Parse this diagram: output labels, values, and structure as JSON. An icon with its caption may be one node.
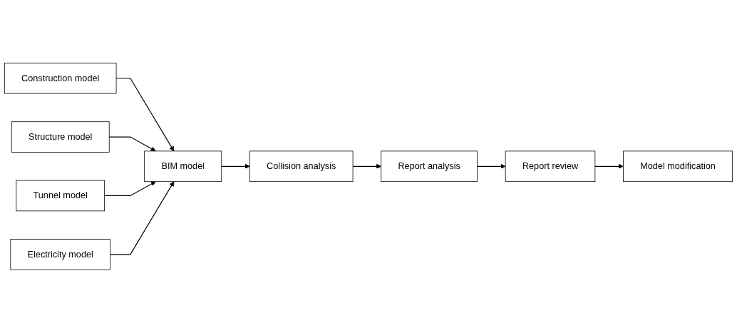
{
  "diagram": {
    "nodes": [
      {
        "text": [
          "Construction model"
        ]
      },
      {
        "text": [
          "Structure model"
        ]
      },
      {
        "text": [
          "Tunnel model"
        ]
      },
      {
        "text": [
          "Electricity model"
        ]
      },
      {
        "text": [
          "BIM model"
        ]
      },
      {
        "text": [
          "Collision analysis"
        ]
      },
      {
        "text": [
          "Report analysis"
        ]
      },
      {
        "text": [
          "Report review"
        ]
      },
      {
        "text": [
          "Model modification"
        ]
      }
    ],
    "edges": [
      {
        "from": 0,
        "to": 4,
        "arrow": "to"
      },
      {
        "from": 1,
        "to": 4,
        "arrow": "to"
      },
      {
        "from": 2,
        "to": 4,
        "arrow": "to"
      },
      {
        "from": 3,
        "to": 4,
        "arrow": "to"
      },
      {
        "from": 4,
        "to": 5,
        "arrow": "to"
      },
      {
        "from": 5,
        "to": 6,
        "arrow": "to"
      },
      {
        "from": 6,
        "to": 7,
        "arrow": "to"
      },
      {
        "from": 7,
        "to": 8,
        "arrow": "to"
      }
    ]
  }
}
